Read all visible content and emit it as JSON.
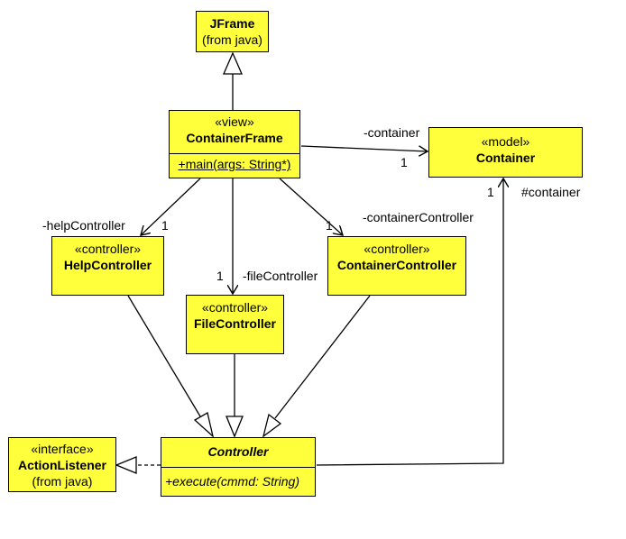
{
  "colors": {
    "class_fill": "#ffff3b",
    "stroke": "#000000"
  },
  "classes": {
    "jframe": {
      "name": "JFrame",
      "package": "(from java)"
    },
    "container_frame": {
      "stereotype": "«view»",
      "name": "ContainerFrame",
      "operation": "+main(args: String*)"
    },
    "container": {
      "stereotype": "«model»",
      "name": "Container"
    },
    "help_controller": {
      "stereotype": "«controller»",
      "name": "HelpController"
    },
    "file_controller": {
      "stereotype": "«controller»",
      "name": "FileController"
    },
    "container_controller": {
      "stereotype": "«controller»",
      "name": "ContainerController"
    },
    "controller": {
      "name": "Controller",
      "operation": "+execute(cmmd: String)"
    },
    "action_listener": {
      "stereotype": "«interface»",
      "name": "ActionListener",
      "package": "(from java)"
    }
  },
  "associations": {
    "frame_container": {
      "role": "-container",
      "multiplicity": "1"
    },
    "frame_help": {
      "role": "-helpController",
      "multiplicity": "1"
    },
    "frame_file": {
      "role": "-fileController",
      "multiplicity": "1"
    },
    "frame_containercontroller": {
      "role": "-containerController",
      "multiplicity": "1"
    },
    "controller_container": {
      "role": "#container",
      "multiplicity": "1"
    }
  }
}
